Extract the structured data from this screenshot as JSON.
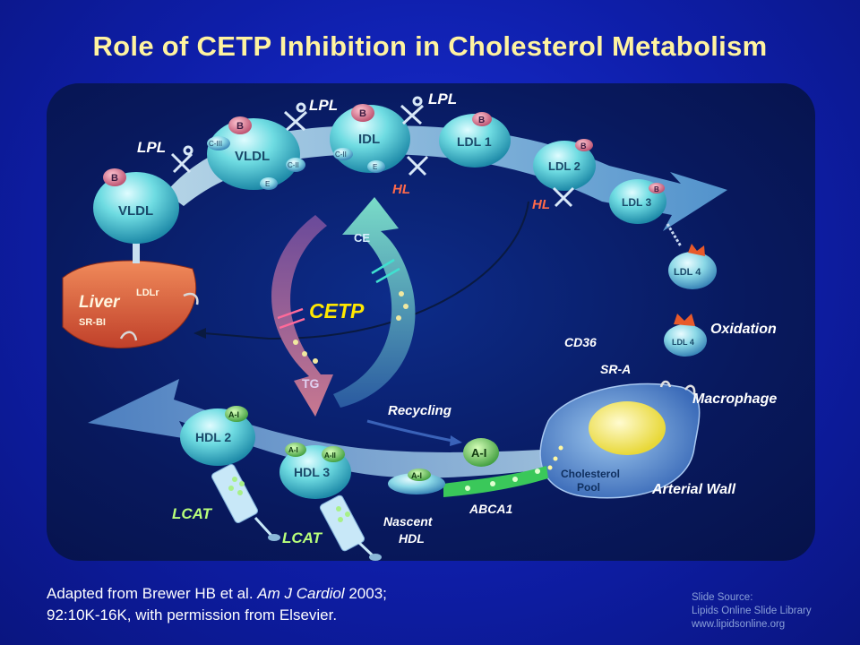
{
  "title": "Role of CETP Inhibition in Cholesterol Metabolism",
  "labels": {
    "lpl": "LPL",
    "hl": "HL",
    "cetp": "CETP",
    "ce": "CE",
    "tg": "TG",
    "liver": "Liver",
    "ldlr": "LDLr",
    "srbi": "SR-BI",
    "recycling": "Recycling",
    "oxidation": "Oxidation",
    "cd36": "CD36",
    "sra": "SR-A",
    "macrophage": "Macrophage",
    "cholesterol_pool_1": "Cholesterol",
    "cholesterol_pool_2": "Pool",
    "arterial_wall": "Arterial Wall",
    "abca1": "ABCA1",
    "nascent_hdl_1": "Nascent",
    "nascent_hdl_2": "HDL",
    "lcat": "LCAT"
  },
  "particles": {
    "vldl": "VLDL",
    "idl": "IDL",
    "ldl1": "LDL 1",
    "ldl2": "LDL 2",
    "ldl3": "LDL 3",
    "ldl4": "LDL 4",
    "hdl2": "HDL 2",
    "hdl3": "HDL 3",
    "ai": "A-I",
    "aii": "A-II",
    "b": "B",
    "ciii": "C-III",
    "cii": "C-II",
    "ciio": "C-II",
    "e": "E"
  },
  "citation": {
    "prefix": "Adapted from Brewer HB et al.",
    "journal": "Am J Cardiol",
    "year": "2003;",
    "line2": "92:10K-16K, with permission from Elsevier."
  },
  "source": {
    "line1": "Slide Source:",
    "line2": "Lipids Online Slide Library",
    "line3": "www.lipidsonline.org"
  },
  "colors": {
    "title": "#fff3a0",
    "particle": "#5ad2d8",
    "apo_b": "#d86a86",
    "apo_a": "#52b848",
    "liver": "#d8583a",
    "cetp": "#ffe800",
    "enzyme_red": "#ff6a4a",
    "enzyme_green": "#b8ff7a"
  }
}
